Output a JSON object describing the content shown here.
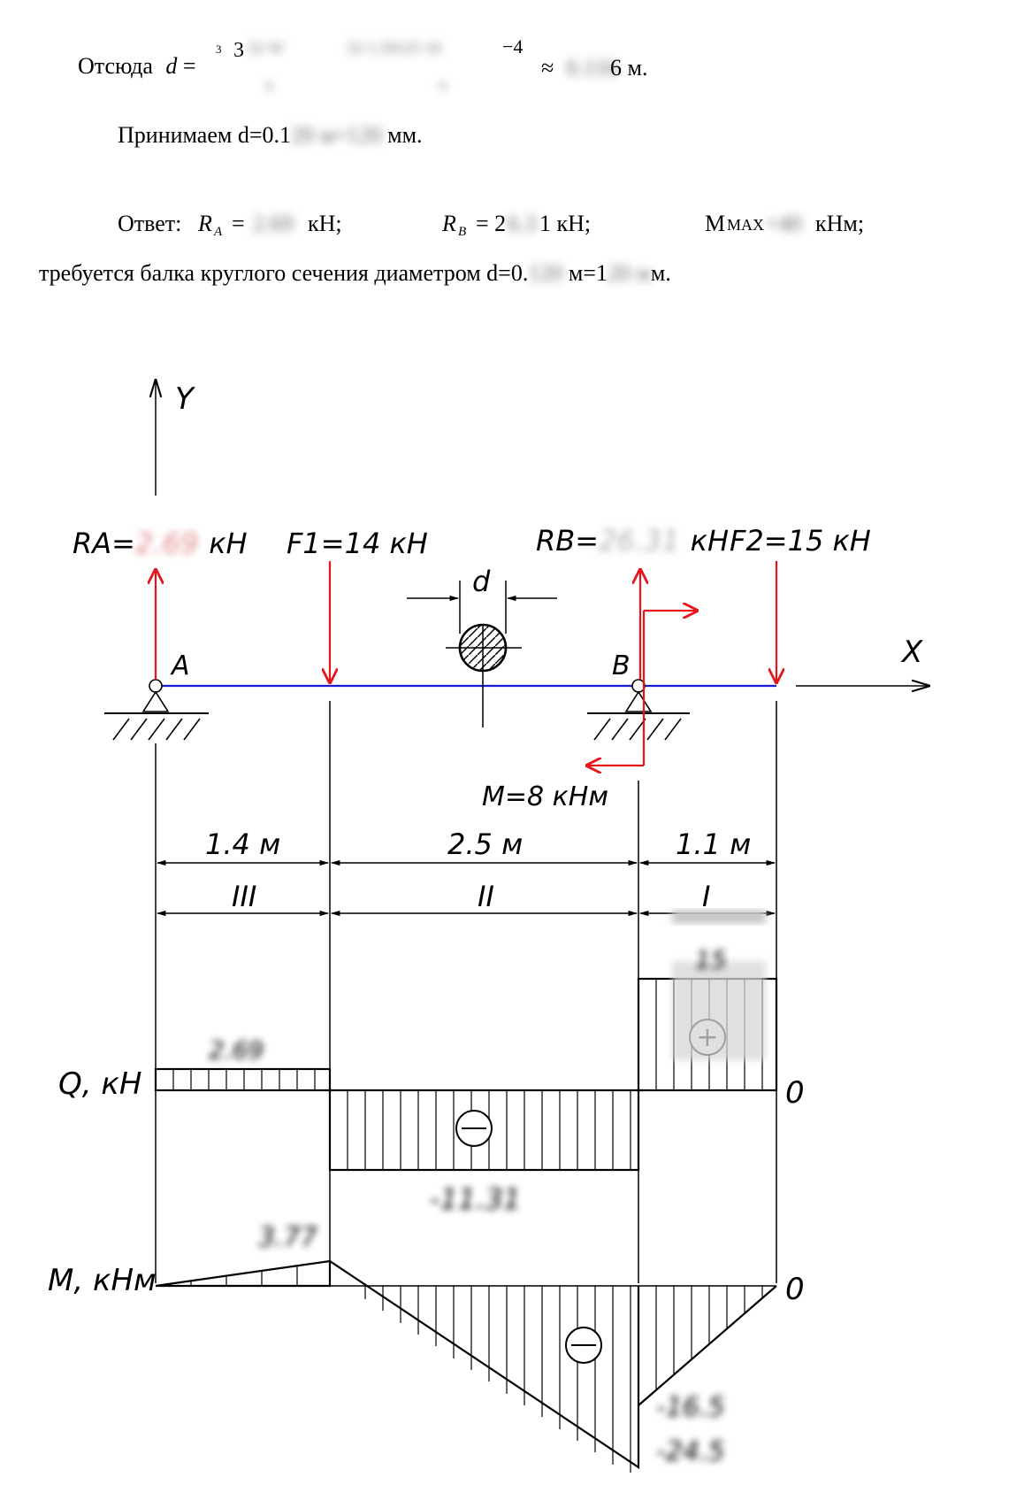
{
  "formula": {
    "prefix": "Отсюда",
    "var": "d",
    "eq": "=",
    "root_index": "3",
    "num_3": "3",
    "frac1_num": "32·W",
    "frac1_den": "π",
    "frac2_num": "32·1.59125·10",
    "exp": "−4",
    "frac2_den": "π",
    "approx": "≈",
    "result_blur": "0.116",
    "result_tail": "6 м."
  },
  "accept": {
    "prefix": "Принимаем d=0.1",
    "blurred": "20 м=120",
    "suffix": "мм."
  },
  "answer": {
    "label": "Ответ:",
    "ra_symbol": "R",
    "ra_sub": "A",
    "ra_eq": "=",
    "ra_value": "2.69",
    "ra_unit": "кН;",
    "rb_symbol": "R",
    "rb_sub": "B",
    "rb_eq": "= 2",
    "rb_value_blur": "6.3",
    "rb_value_tail": "1 кН;",
    "mmax_label": "M",
    "mmax_sub": "MAX",
    "mmax_value": "=40",
    "mmax_unit": "кНм;",
    "line2_prefix": "требуется балка круглого сечения диаметром d=0.",
    "line2_blur1": "120",
    "line2_mid": "м=1",
    "line2_blur2": "20 м",
    "line2_suffix": "м."
  },
  "diagram": {
    "axis_y": "Y",
    "axis_x": "X",
    "ra_label": "RA=",
    "ra_value": "2.69",
    "ra_unit": "кН",
    "f1_label": "F1=14 кН",
    "rb_label": "RB=",
    "rb_value": "26.31",
    "rb_unit": "кН",
    "f2_label": "F2=15 кН",
    "section_d": "d",
    "point_a": "A",
    "point_b": "B",
    "moment_label": "M=8 кНм",
    "len_1": "1.4 м",
    "len_2": "2.5 м",
    "len_3": "1.1 м",
    "sec_3": "III",
    "sec_2": "II",
    "sec_1": "I",
    "q_label": "Q, кН",
    "m_label": "M, кНм",
    "q_pos_value": "2.69",
    "q_neg_value": "-11.31",
    "q_right_value": "15",
    "q_zero": "0",
    "m_peak_value": "3.77",
    "m_zero": "0",
    "m_value_1": "-16.5",
    "m_value_2": "-24.5",
    "plus_sign": "+",
    "colors": {
      "force": "#e8141c",
      "beam": "#1a1ad6",
      "line": "#000000"
    }
  }
}
